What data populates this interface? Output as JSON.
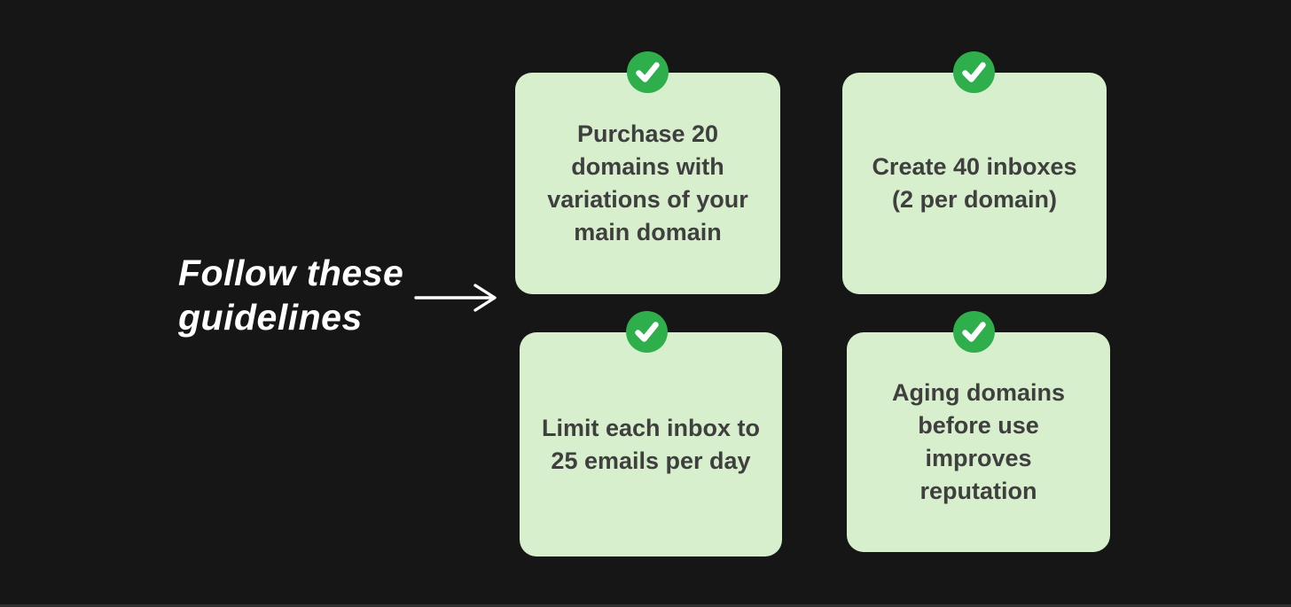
{
  "title": {
    "text": "Follow these guidelines"
  },
  "arrow": {
    "icon": "arrow-right-icon",
    "direction": "right"
  },
  "cards": [
    {
      "icon": "checkmark-badge-icon",
      "text": "Purchase 20 domains with variations of your main domain"
    },
    {
      "icon": "checkmark-badge-icon",
      "text": "Create 40 inboxes (2 per domain)"
    },
    {
      "icon": "checkmark-badge-icon",
      "text": "Limit each inbox to 25 emails per day"
    },
    {
      "icon": "checkmark-badge-icon",
      "text": "Aging domains before use improves reputation"
    }
  ],
  "colors": {
    "background": "#161616",
    "bottom_edge": "#2f2f2f",
    "card_background": "#d7efcc",
    "badge_green": "#2fae4c",
    "card_text": "#3e3f3e",
    "title_text": "#ffffff"
  }
}
